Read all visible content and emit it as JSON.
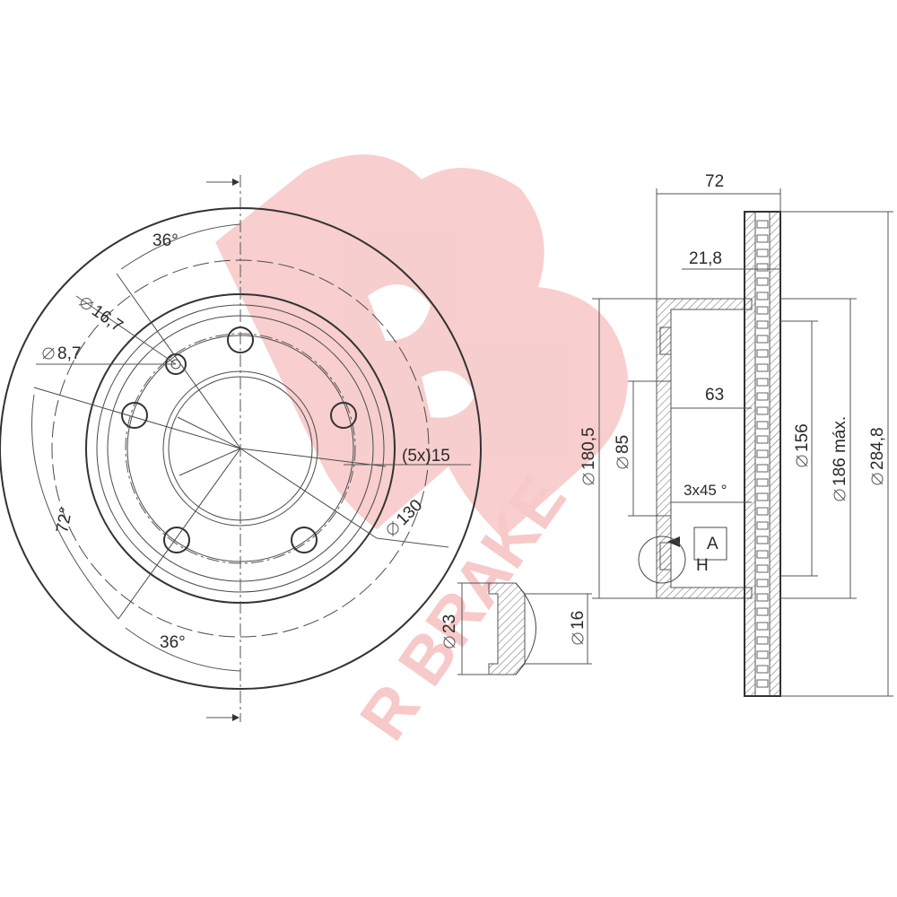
{
  "watermark": {
    "brand_text": "R BRAKE",
    "color": "#f7c9c9"
  },
  "front_view": {
    "angle_top": "36°",
    "angle_bottom": "36°",
    "angle_left": "72°",
    "dia_16_7": "16,7",
    "dia_8_7": "8,7",
    "bolt_holes": "(5x)15",
    "dia_130": "130"
  },
  "section_view": {
    "width_total": "72",
    "thickness": "21,8",
    "height_63": "63",
    "chamfer": "3x45 °",
    "dia_180_5": "180,5",
    "dia_85": "85",
    "dia_156": "156",
    "dia_186": "186 máx.",
    "dia_284_8": "284,8",
    "datum_a": "A",
    "datum_h": "H"
  },
  "detail_view": {
    "dia_23": "23",
    "dia_16": "16"
  },
  "colors": {
    "line": "#3a3a3a",
    "watermark": "#f7c9c9"
  }
}
